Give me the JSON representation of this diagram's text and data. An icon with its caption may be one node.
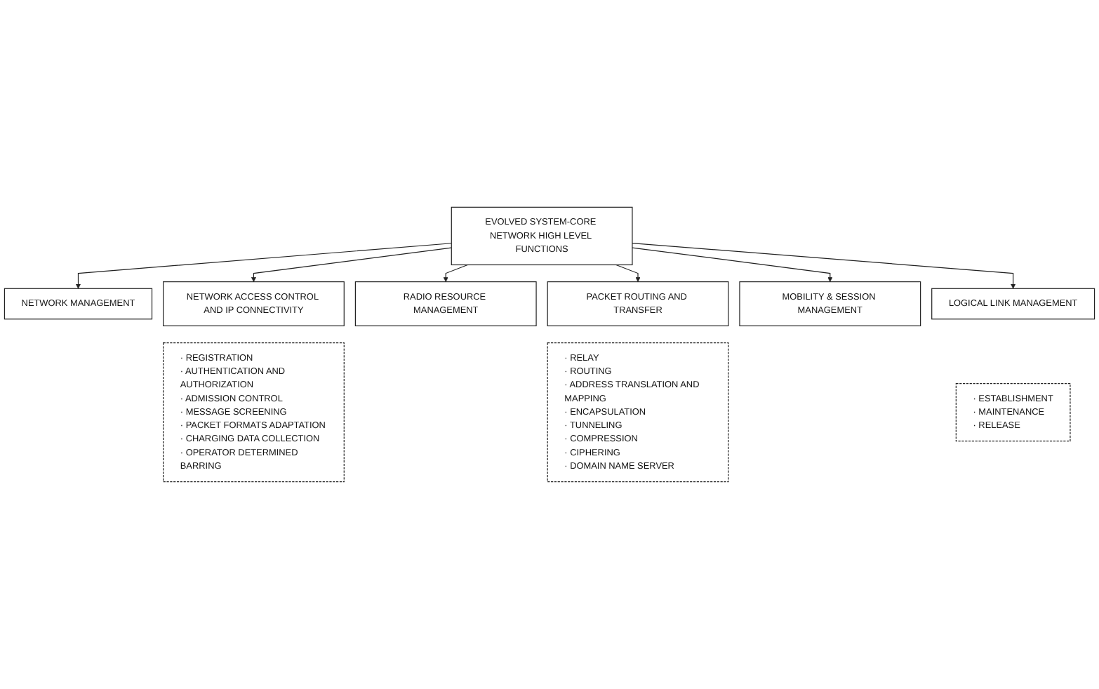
{
  "diagram": {
    "nodes": [
      {
        "text": [
          "EVOLVED SYSTEM-CORE NETWORK HIGH LEVEL FUNCTIONS"
        ]
      },
      {
        "text": [
          "NETWORK MANAGEMENT"
        ]
      },
      {
        "text": [
          "NETWORK ACCESS CONTROL AND IP CONNECTIVITY"
        ]
      },
      {
        "text": [
          "RADIO RESOURCE MANAGEMENT"
        ]
      },
      {
        "text": [
          "PACKET ROUTING AND TRANSFER"
        ]
      },
      {
        "text": [
          "MOBILITY & SESSION MANAGEMENT"
        ]
      },
      {
        "text": [
          "LOGICAL LINK MANAGEMENT"
        ]
      },
      {
        "text": [
          "· REGISTRATION",
          "· AUTHENTICATION AND AUTHORIZATION",
          "· ADMISSION CONTROL",
          "· MESSAGE SCREENING",
          "· PACKET FORMATS ADAPTATION",
          "· CHARGING DATA COLLECTION",
          "· OPERATOR DETERMINED BARRING"
        ]
      },
      {
        "text": [
          "· RELAY",
          "· ROUTING",
          "· ADDRESS TRANSLATION AND MAPPING",
          "· ENCAPSULATION",
          "· TUNNELING",
          "· COMPRESSION",
          "· CIPHERING",
          "· DOMAIN NAME SERVER"
        ]
      },
      {
        "text": [
          "· ESTABLISHMENT",
          "· MAINTENANCE",
          "· RELEASE"
        ]
      }
    ],
    "edges": [
      {
        "from": 0,
        "to": 1,
        "arrow": "to"
      },
      {
        "from": 0,
        "to": 2,
        "arrow": "to"
      },
      {
        "from": 0,
        "to": 3,
        "arrow": "to"
      },
      {
        "from": 0,
        "to": 4,
        "arrow": "to"
      },
      {
        "from": 0,
        "to": 5,
        "arrow": "to"
      },
      {
        "from": 0,
        "to": 6,
        "arrow": "to"
      }
    ]
  }
}
